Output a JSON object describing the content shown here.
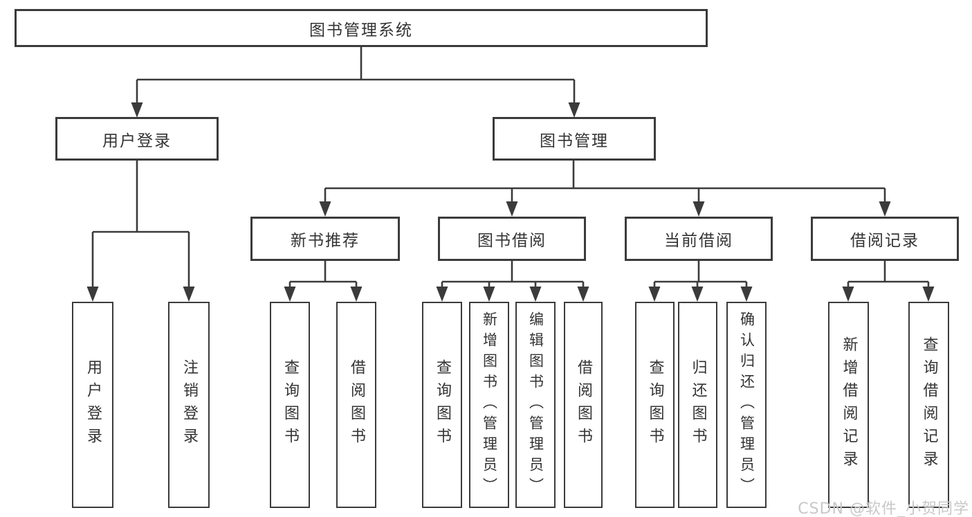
{
  "diagram": {
    "root": "图书管理系统",
    "user_branch": {
      "label": "用户登录",
      "children": [
        "用户登录",
        "注销登录"
      ]
    },
    "book_branch": {
      "label": "图书管理"
    },
    "book_sections": [
      {
        "label": "新书推荐",
        "children": [
          "查询图书",
          "借阅图书"
        ]
      },
      {
        "label": "图书借阅",
        "children": [
          "查询图书",
          "新增图书（管理员）",
          "编辑图书（管理员）",
          "借阅图书"
        ]
      },
      {
        "label": "当前借阅",
        "children": [
          "查询图书",
          "归还图书",
          "确认归还（管理员）"
        ]
      },
      {
        "label": "借阅记录",
        "children": [
          "新增借阅记录",
          "查询借阅记录"
        ]
      }
    ]
  },
  "watermark": {
    "text": "CSDN @软件_小贺同学",
    "color": "#c8c8c8"
  },
  "colors": {
    "background": "#ffffff",
    "box_fill": "#ffffff",
    "line": "#3b3b3b",
    "text": "#333333"
  }
}
